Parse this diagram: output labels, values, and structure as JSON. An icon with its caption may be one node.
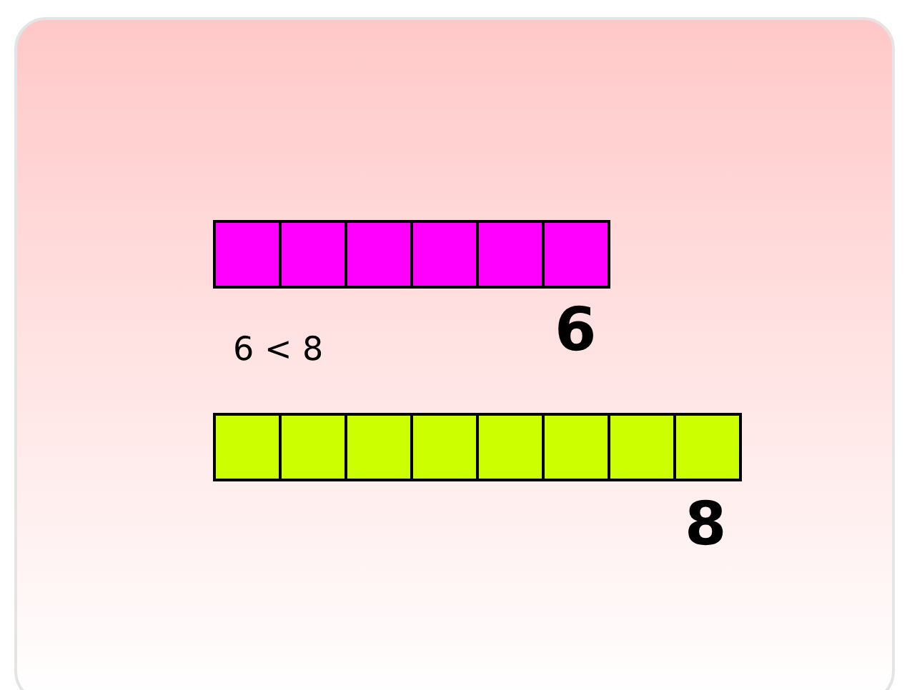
{
  "diagram": {
    "labels": [
      "6 < 8",
      "6",
      "8"
    ]
  }
}
